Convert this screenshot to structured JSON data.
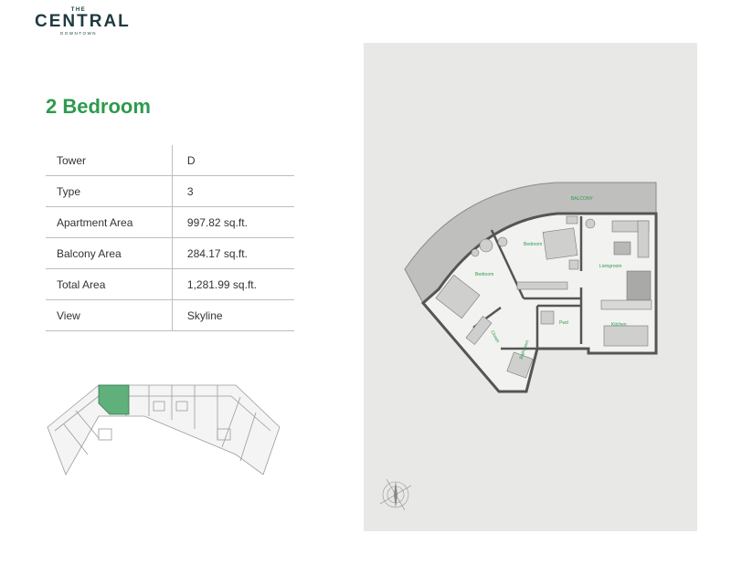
{
  "brand": {
    "logo_top": "THE",
    "logo_main": "CENTRAL",
    "logo_sub": "DOWNTOWN"
  },
  "title": "2 Bedroom",
  "specs": [
    {
      "label": "Tower",
      "value": "D"
    },
    {
      "label": "Type",
      "value": "3"
    },
    {
      "label": "Apartment Area",
      "value": "997.82 sq.ft."
    },
    {
      "label": "Balcony Area",
      "value": "284.17 sq.ft."
    },
    {
      "label": "Total Area",
      "value": "1,281.99 sq.ft."
    },
    {
      "label": "View",
      "value": "Skyline"
    }
  ],
  "floorplan": {
    "rooms": {
      "balcony": "BALCONY",
      "bedroom1": "Bedroom",
      "bedroom2": "Bedroom",
      "livingroom": "Livingroom",
      "closet": "Closet",
      "bathroom": "Bathroom",
      "powder": "Pwd",
      "kitchen": "Kitchen"
    }
  },
  "colors": {
    "accent": "#2e9a4c",
    "brand_dark": "#1d3a40",
    "panel_bg": "#e8e8e6",
    "highlight_unit": "#5fb07a"
  }
}
